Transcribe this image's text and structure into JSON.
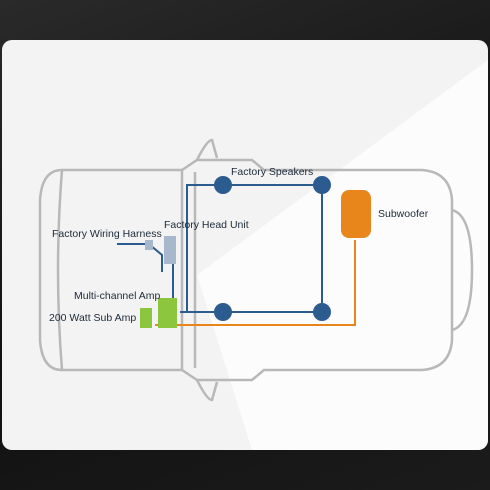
{
  "diagram": {
    "labels": {
      "factory_speakers": "Factory Speakers",
      "subwoofer": "Subwoofer",
      "factory_wiring_harness": "Factory Wiring Harness",
      "factory_head_unit": "Factory Head Unit",
      "multichannel_amp": "Multi-channel Amp",
      "sub_amp": "200 Watt Sub Amp"
    },
    "colors": {
      "background": "#141414",
      "panel": "#f3f3f3",
      "car_outline": "#b8b8b8",
      "speaker_wire": "#2c5b8f",
      "speaker_node": "#2c5b8f",
      "subwoofer": "#e8861b",
      "sub_wire": "#e8861b",
      "amp": "#8cc63f",
      "head_unit": "#a8b8cc"
    }
  }
}
